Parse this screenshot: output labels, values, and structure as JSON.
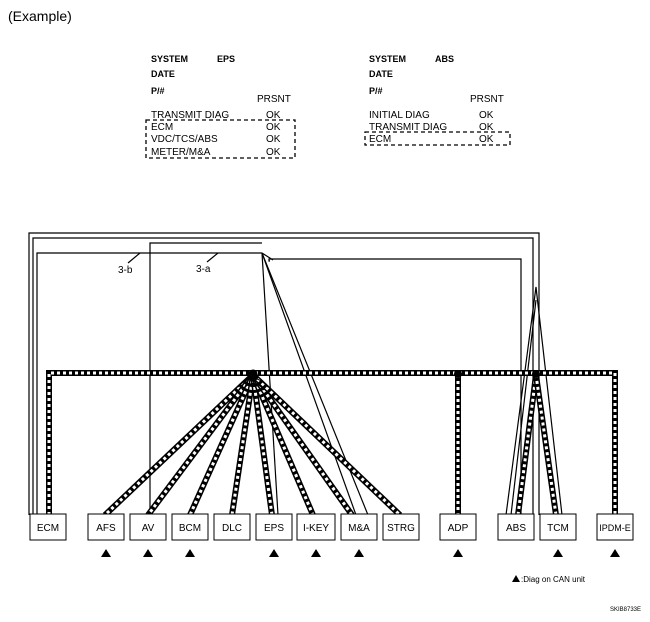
{
  "title": "(Example)",
  "tables": [
    {
      "system_label": "SYSTEM",
      "system_value": "EPS",
      "date_label": "DATE",
      "pn_label": "P/#",
      "prsnt_label": "PRSNT",
      "rows": [
        {
          "name": "TRANSMIT DIAG",
          "value": "OK"
        },
        {
          "name": "ECM",
          "value": "OK"
        },
        {
          "name": "VDC/TCS/ABS",
          "value": "OK"
        },
        {
          "name": "METER/M&A",
          "value": "OK"
        }
      ]
    },
    {
      "system_label": "SYSTEM",
      "system_value": "ABS",
      "date_label": "DATE",
      "pn_label": "P/#",
      "prsnt_label": "PRSNT",
      "rows": [
        {
          "name": "INITIAL DIAG",
          "value": "OK"
        },
        {
          "name": "TRANSMIT DIAG",
          "value": "OK"
        },
        {
          "name": "ECM",
          "value": "OK"
        }
      ]
    }
  ],
  "path_labels": [
    "3-b",
    "3-a"
  ],
  "units": [
    {
      "label": "ECM",
      "can_unit": false
    },
    {
      "label": "AFS",
      "can_unit": true
    },
    {
      "label": "AV",
      "can_unit": true
    },
    {
      "label": "BCM",
      "can_unit": true
    },
    {
      "label": "DLC",
      "can_unit": false
    },
    {
      "label": "EPS",
      "can_unit": true
    },
    {
      "label": "I-KEY",
      "can_unit": true
    },
    {
      "label": "M&A",
      "can_unit": true
    },
    {
      "label": "STRG",
      "can_unit": false
    },
    {
      "label": "ADP",
      "can_unit": true
    },
    {
      "label": "ABS",
      "can_unit": false
    },
    {
      "label": "TCM",
      "can_unit": true
    },
    {
      "label": "IPDM-E",
      "can_unit": true
    }
  ],
  "legend": ":Diag on CAN unit",
  "figure_id": "SKIB8733E"
}
